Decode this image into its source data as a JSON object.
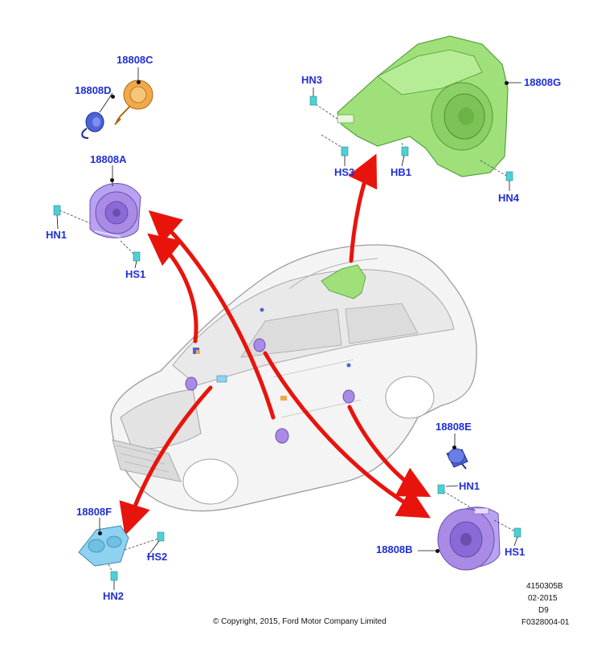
{
  "diagram": {
    "callouts": {
      "c18808C": "18808C",
      "c18808D": "18808D",
      "c18808A": "18808A",
      "hn1_left": "HN1",
      "hs1_left": "HS1",
      "hn3": "HN3",
      "c18808G": "18808G",
      "hs3": "HS3",
      "hb1": "HB1",
      "hn4": "HN4",
      "c18808E": "18808E",
      "hn1_right": "HN1",
      "c18808B": "18808B",
      "hs1_right": "HS1",
      "c18808F": "18808F",
      "hs2": "HS2",
      "hn2": "HN2"
    },
    "footer": {
      "copyright": "© Copyright, 2015, Ford Motor Company Limited",
      "code1": "4150305B",
      "date": "02-2015",
      "code2": "D9",
      "code3": "F0328004-01"
    },
    "colors": {
      "label": "#1f2fd6",
      "arrow": "#e8140c",
      "green_part": "#9fe07a",
      "purple_part": "#a98be6",
      "blue_part": "#4d63d8",
      "orange_part": "#f2a94a",
      "cyan_part": "#4fd0d6",
      "light_blue_part": "#8fd1f0"
    }
  }
}
